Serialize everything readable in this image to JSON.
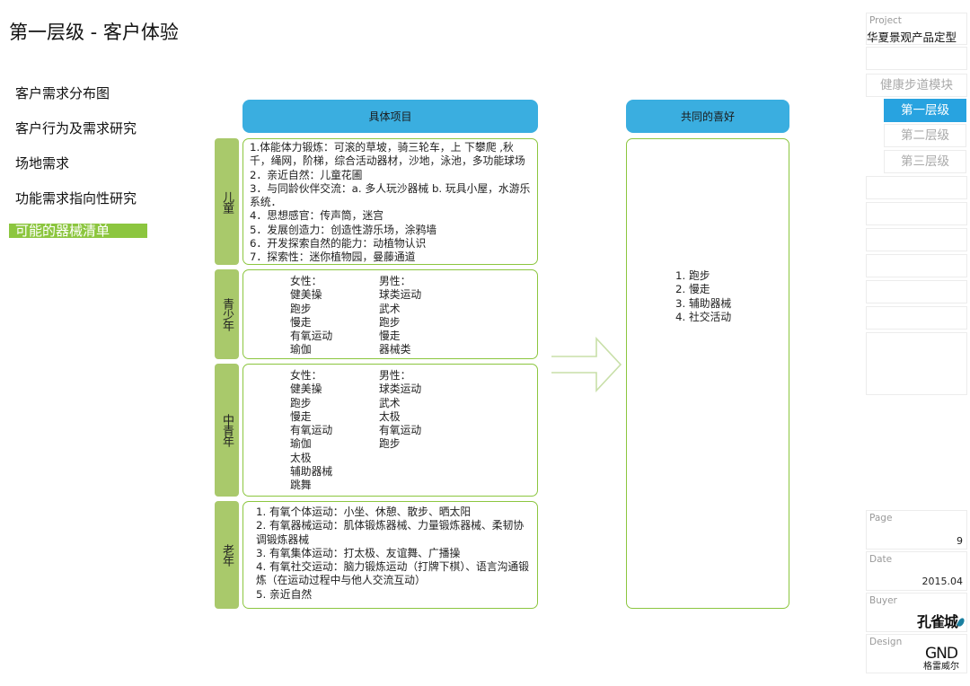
{
  "page": {
    "title": "第一层级 - 客户体验"
  },
  "nav": {
    "items": [
      {
        "label": "客户需求分布图"
      },
      {
        "label": "客户行为及需求研究"
      },
      {
        "label": "场地需求"
      },
      {
        "label": "功能需求指向性研究"
      },
      {
        "label": "可能的器械清单"
      }
    ],
    "active_index": 4,
    "active_color": "#8cc63f"
  },
  "headers": {
    "left": "具体项目",
    "right": "共同的喜好",
    "color": "#3aaee0"
  },
  "groups": [
    {
      "tab": "儿童",
      "type": "list",
      "lines": [
        "1.体能体力锻炼：可滚的草坡，骑三轮车，上 下攀爬 ,秋千，绳网，阶梯，综合活动器材，沙地，泳池，多功能球场",
        "2．亲近自然：儿童花圃",
        "3．与同龄伙伴交流：a. 多人玩沙器械 b. 玩具小屋，水游乐系统．",
        "4．思想感官：传声筒，迷宫",
        "5．发展创造力：创造性游乐场，涂鸦墙",
        "6．开发探索自然的能力：动植物认识",
        "7．探索性：迷你植物园，曼藤通道"
      ]
    },
    {
      "tab": "青少年",
      "type": "cols",
      "female": [
        "女性：",
        "健美操",
        "跑步",
        "慢走",
        "有氧运动",
        "瑜伽"
      ],
      "male": [
        "男性：",
        "球类运动",
        "武术",
        "跑步",
        "慢走",
        "器械类"
      ]
    },
    {
      "tab": "中青年",
      "type": "cols",
      "female": [
        "女性：",
        "健美操",
        "跑步",
        "慢走",
        "有氧运动",
        "瑜伽",
        "太极",
        "辅助器械",
        "跳舞"
      ],
      "male": [
        "男性：",
        "球类运动",
        "武术",
        "太极",
        "有氧运动",
        "跑步"
      ]
    },
    {
      "tab": "老年",
      "type": "list",
      "lines": [
        "1. 有氧个体运动：小坐、休憩、散步、晒太阳",
        "2. 有氧器械运动：肌体锻炼器械、力量锻炼器械、柔韧协调锻炼器械",
        "3. 有氧集体运动：打太极、友谊舞、广播操",
        "4. 有氧社交运动：脑力锻炼运动（打牌下棋）、语言沟通锻炼（在运动过程中与他人交流互动）",
        "5. 亲近自然"
      ]
    }
  ],
  "common": {
    "items": [
      "1. 跑步",
      "2. 慢走",
      "3. 辅助器械",
      "4. 社交活动"
    ]
  },
  "sidebar": {
    "project_label": "Project",
    "project_title": "华夏景观产品定型",
    "module": "健康步道模块",
    "levels": [
      "第一层级",
      "第二层级",
      "第三层级"
    ],
    "active_level": 0,
    "active_color": "#28a3e0",
    "page_label": "Page",
    "page_value": "9",
    "date_label": "Date",
    "date_value": "2015.04",
    "buyer_label": "Buyer",
    "buyer_logo_text": "孔雀城",
    "design_label": "Design",
    "design_logo_mark": "GND",
    "design_logo_name": "格雷威尔"
  }
}
